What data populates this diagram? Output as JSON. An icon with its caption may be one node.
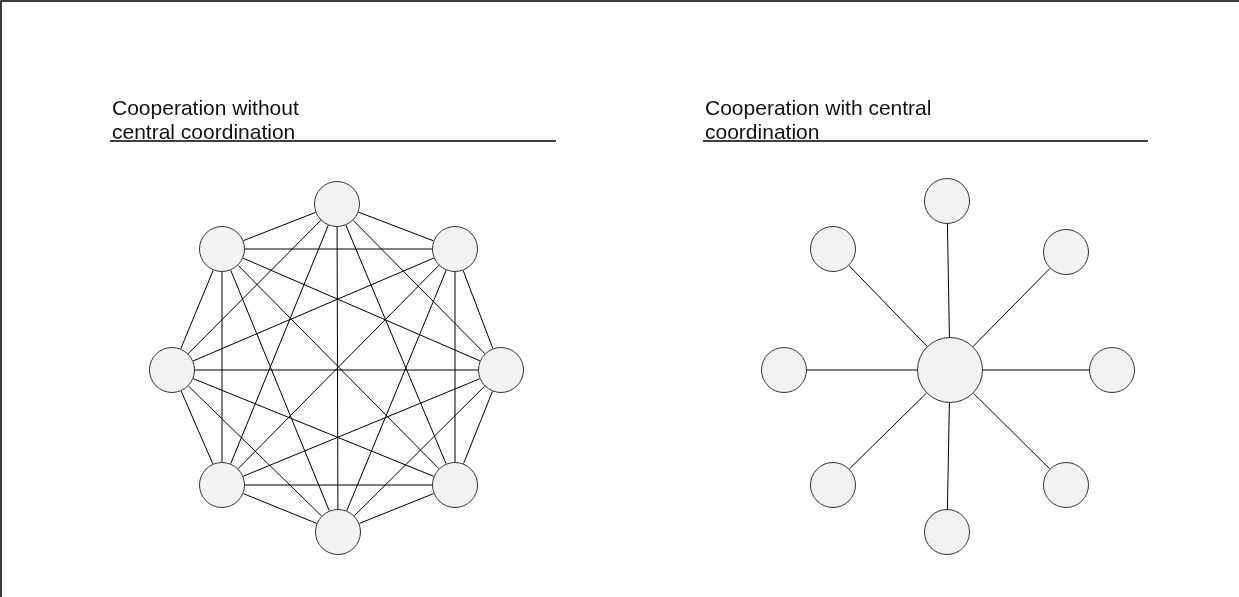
{
  "diagram": {
    "nodes": [
      {
        "text": [],
        "shape": "circle"
      },
      {
        "text": [],
        "shape": "circle"
      },
      {
        "text": [],
        "shape": "circle"
      },
      {
        "text": [],
        "shape": "circle"
      },
      {
        "text": [],
        "shape": "circle"
      },
      {
        "text": [],
        "shape": "circle"
      },
      {
        "text": [],
        "shape": "circle"
      },
      {
        "text": [],
        "shape": "circle"
      },
      {
        "text": [],
        "shape": "circle"
      },
      {
        "text": [],
        "shape": "circle"
      },
      {
        "text": [],
        "shape": "circle"
      },
      {
        "text": [],
        "shape": "circle"
      },
      {
        "text": [],
        "shape": "circle"
      },
      {
        "text": [],
        "shape": "circle"
      },
      {
        "text": [],
        "shape": "circle"
      },
      {
        "text": [],
        "shape": "circle"
      },
      {
        "text": [],
        "shape": "circle"
      }
    ],
    "edges": [
      {
        "from": 0,
        "to": 1,
        "arrow": "none"
      },
      {
        "from": 0,
        "to": 2,
        "arrow": "none"
      },
      {
        "from": 0,
        "to": 3,
        "arrow": "none"
      },
      {
        "from": 0,
        "to": 4,
        "arrow": "none"
      },
      {
        "from": 0,
        "to": 5,
        "arrow": "none"
      },
      {
        "from": 0,
        "to": 6,
        "arrow": "none"
      },
      {
        "from": 0,
        "to": 7,
        "arrow": "none"
      },
      {
        "from": 1,
        "to": 2,
        "arrow": "none"
      },
      {
        "from": 1,
        "to": 3,
        "arrow": "none"
      },
      {
        "from": 1,
        "to": 4,
        "arrow": "none"
      },
      {
        "from": 1,
        "to": 5,
        "arrow": "none"
      },
      {
        "from": 1,
        "to": 6,
        "arrow": "none"
      },
      {
        "from": 1,
        "to": 7,
        "arrow": "none"
      },
      {
        "from": 2,
        "to": 3,
        "arrow": "none"
      },
      {
        "from": 2,
        "to": 4,
        "arrow": "none"
      },
      {
        "from": 2,
        "to": 5,
        "arrow": "none"
      },
      {
        "from": 2,
        "to": 6,
        "arrow": "none"
      },
      {
        "from": 2,
        "to": 7,
        "arrow": "none"
      },
      {
        "from": 3,
        "to": 4,
        "arrow": "none"
      },
      {
        "from": 3,
        "to": 5,
        "arrow": "none"
      },
      {
        "from": 3,
        "to": 6,
        "arrow": "none"
      },
      {
        "from": 3,
        "to": 7,
        "arrow": "none"
      },
      {
        "from": 4,
        "to": 5,
        "arrow": "none"
      },
      {
        "from": 4,
        "to": 6,
        "arrow": "none"
      },
      {
        "from": 4,
        "to": 7,
        "arrow": "none"
      },
      {
        "from": 5,
        "to": 6,
        "arrow": "none"
      },
      {
        "from": 5,
        "to": 7,
        "arrow": "none"
      },
      {
        "from": 6,
        "to": 7,
        "arrow": "none"
      },
      {
        "from": 12,
        "to": 8,
        "arrow": "none"
      },
      {
        "from": 12,
        "to": 9,
        "arrow": "none"
      },
      {
        "from": 12,
        "to": 10,
        "arrow": "none"
      },
      {
        "from": 12,
        "to": 11,
        "arrow": "none"
      },
      {
        "from": 12,
        "to": 13,
        "arrow": "none"
      },
      {
        "from": 12,
        "to": 14,
        "arrow": "none"
      },
      {
        "from": 12,
        "to": 15,
        "arrow": "none"
      },
      {
        "from": 12,
        "to": 16,
        "arrow": "none"
      }
    ],
    "labels": [
      "Cooperation without central coordination",
      "Cooperation with central coordination"
    ]
  }
}
